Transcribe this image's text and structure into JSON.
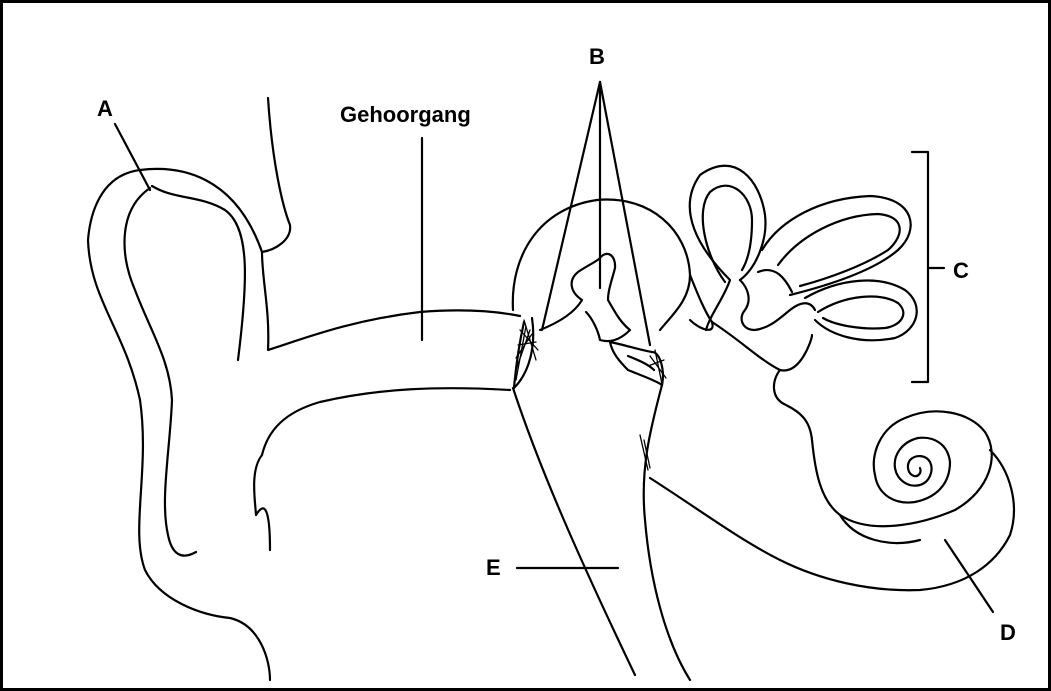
{
  "labels": {
    "a": "A",
    "b": "B",
    "c": "C",
    "d": "D",
    "e": "E",
    "ear_canal": "Gehoorgang"
  },
  "colors": {
    "line": "#000000",
    "background": "#ffffff"
  }
}
